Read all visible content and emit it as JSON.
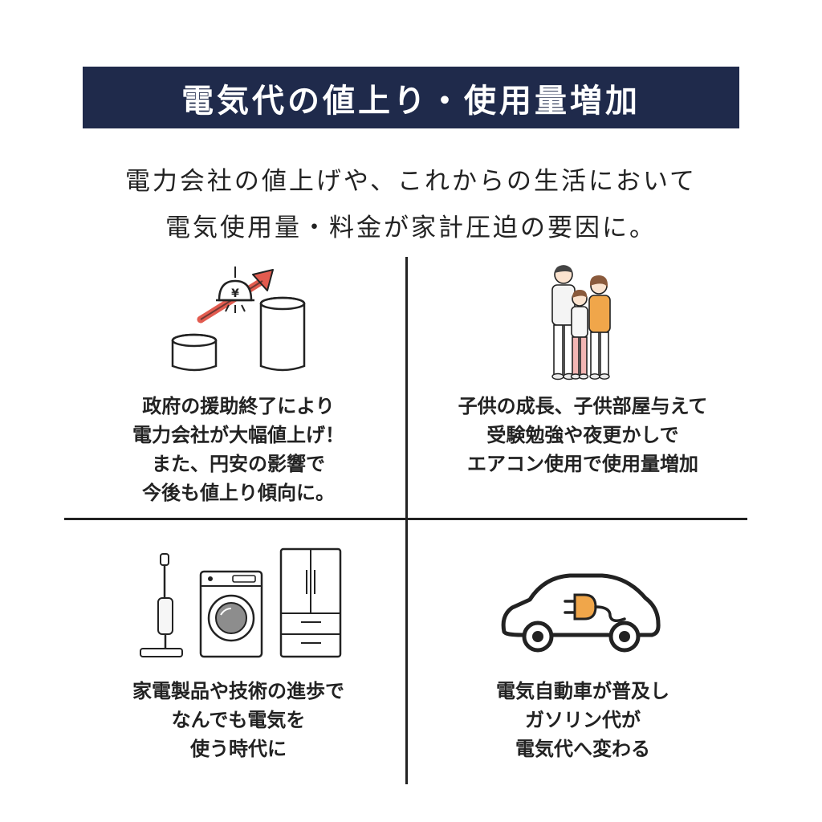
{
  "title": "電気代の値上り・使用量増加",
  "intro": {
    "line1": "電力会社の値上げや、これからの生活において",
    "line2": "電気使用量・料金が家計圧迫の要因に。"
  },
  "panels": [
    {
      "icon": "rising-price-icon",
      "yen_symbol": "¥",
      "lines": [
        "政府の援助終了により",
        "電力会社が大幅値上げ！",
        "また、円安の影響で",
        "今後も値上り傾向に。"
      ]
    },
    {
      "icon": "family-icon",
      "lines": [
        "子供の成長、子供部屋与えて",
        "受験勉強や夜更かしで",
        "エアコン使用で使用量増加"
      ]
    },
    {
      "icon": "home-appliances-icon",
      "lines": [
        "家電製品や技術の進歩で",
        "なんでも電気を",
        "使う時代に"
      ]
    },
    {
      "icon": "electric-car-icon",
      "lines": [
        "電気自動車が普及し",
        "ガソリン代が",
        "電気代へ変わる"
      ]
    }
  ],
  "colors": {
    "banner": "#1f2a4b",
    "accent_red": "#e25b4f",
    "accent_orange": "#f0a64a",
    "line": "#222222"
  }
}
